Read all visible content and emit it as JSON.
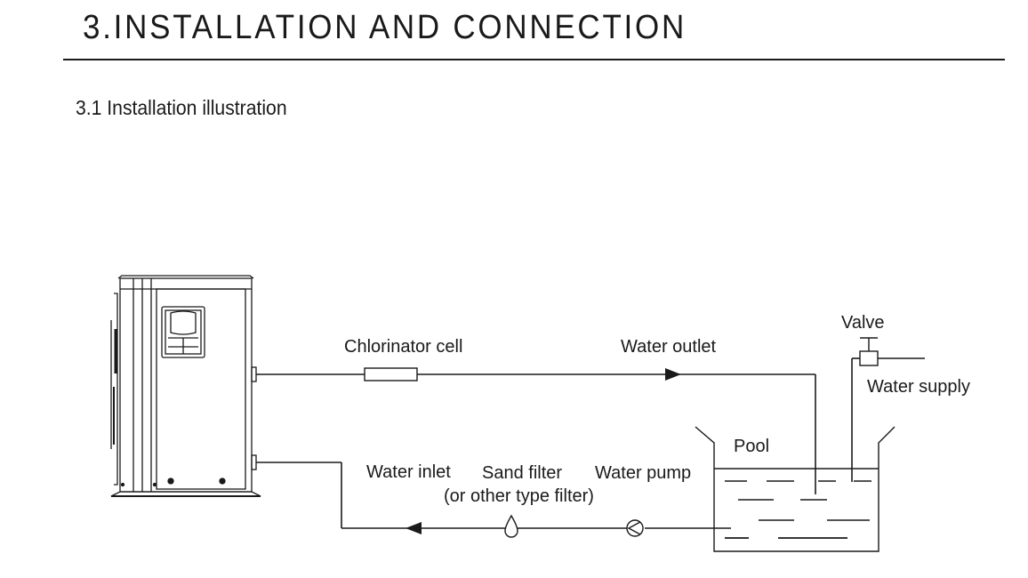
{
  "page": {
    "section_title": "3.INSTALLATION AND CONNECTION",
    "subsection_title": "3.1 Installation illustration"
  },
  "diagram": {
    "labels": {
      "chlorinator_cell": "Chlorinator cell",
      "water_outlet": "Water outlet",
      "valve": "Valve",
      "water_supply": "Water supply",
      "pool": "Pool",
      "water_inlet": "Water inlet",
      "sand_filter": "Sand filter",
      "sand_filter_note": "(or other type filter)",
      "water_pump": "Water pump"
    },
    "icons": {
      "heat_pump_unit": "heat-pump-unit-icon",
      "chlorinator": "chlorinator-cell-icon",
      "filter": "sand-filter-icon",
      "pump": "water-pump-icon",
      "valve": "valve-icon",
      "flow_arrow": "flow-arrow-icon"
    },
    "line_color": "#1a1a1a"
  }
}
